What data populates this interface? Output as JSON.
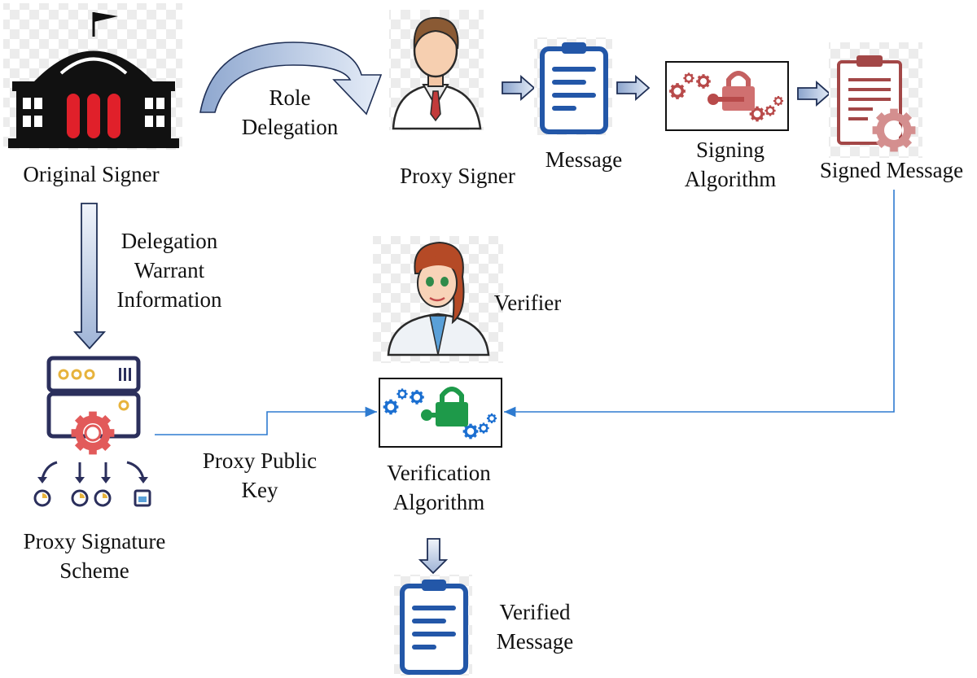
{
  "labels": {
    "original_signer": "Original Signer",
    "role_delegation": [
      "Role",
      "Delegation"
    ],
    "proxy_signer": "Proxy Signer",
    "message": "Message",
    "signing_algorithm": [
      "Signing",
      "Algorithm"
    ],
    "signed_message": "Signed Message",
    "delegation_warrant": [
      "Delegation",
      "Warrant",
      "Information"
    ],
    "verifier": "Verifier",
    "proxy_public_key": [
      "Proxy Public",
      "Key"
    ],
    "verification_algorithm": [
      "Verification",
      "Algorithm"
    ],
    "proxy_signature_scheme": [
      "Proxy Signature",
      "Scheme"
    ],
    "verified_message": [
      "Verified",
      "Message"
    ]
  },
  "icons": {
    "original_signer": "government-building-icon",
    "proxy_signer": "male-professional-icon",
    "message": "clipboard-document-icon",
    "signing_algorithm": "gears-lock-key-icon",
    "signed_message": "document-with-gear-icon",
    "verifier": "female-doctor-icon",
    "verification_algorithm": "gears-lock-key-icon",
    "proxy_signature_scheme": "server-gear-network-icon",
    "verified_message": "clipboard-document-icon"
  },
  "colors": {
    "block_arrow_light": "#dde7f5",
    "block_arrow_dark": "#8aa3cc",
    "block_arrow_stroke": "#1f2f55",
    "connector_line": "#2e7bd0",
    "document_blue": "#2357a8",
    "signing_accent": "#b84a4a",
    "verification_green": "#1e9a4a",
    "verification_blue": "#1b6fd1",
    "building_red": "#e0202a"
  }
}
